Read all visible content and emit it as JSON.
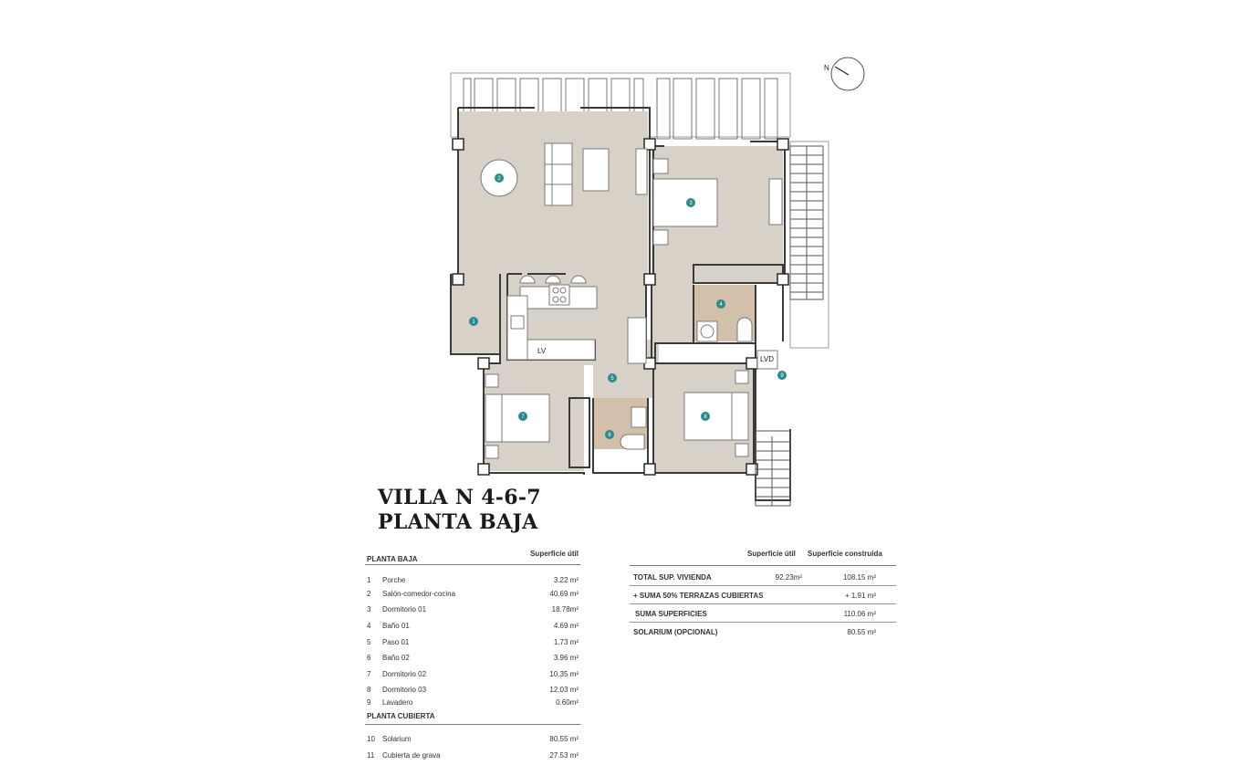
{
  "title": {
    "line1": "VILLA N 4-6-7",
    "line2": "PLANTA BAJA"
  },
  "compass": {
    "label": "N"
  },
  "colors": {
    "floor": "#d8d1c8",
    "bath_floor": "#d2c0aa",
    "marker": "#2a8a8c",
    "wall": "#3a3a3a"
  },
  "plan_labels": {
    "lv": "LV",
    "lvd": "LVD",
    "markers": [
      "1",
      "2",
      "3",
      "4",
      "5",
      "6",
      "7",
      "8",
      "9"
    ]
  },
  "rooms_table": {
    "section1_title": "PLANTA BAJA",
    "column_header": "Superficie útil",
    "rows": [
      {
        "n": "1",
        "name": "Porche",
        "area": "3.22 m²"
      },
      {
        "n": "2",
        "name": "Salón-comedor-cocina",
        "area": "40.69 m²"
      },
      {
        "n": "3",
        "name": "Dormitorio 01",
        "area": "18.78m²"
      },
      {
        "n": "4",
        "name": "Baño 01",
        "area": "4.69 m²"
      },
      {
        "n": "5",
        "name": "Paso 01",
        "area": "1.73 m²"
      },
      {
        "n": "6",
        "name": "Baño 02",
        "area": "3.96 m²"
      },
      {
        "n": "7",
        "name": "Dormitorio 02",
        "area": "10.35 m²"
      },
      {
        "n": "8",
        "name": "Dormitorio 03",
        "area": "12.03 m²"
      },
      {
        "n": "9",
        "name": "Lavadero",
        "area": "0.60m²"
      }
    ],
    "section2_title": "PLANTA CUBIERTA",
    "rows2": [
      {
        "n": "10",
        "name": "Solarium",
        "area": "80.55 m²"
      },
      {
        "n": "11",
        "name": "Cubierta de grava",
        "area": "27.53 m²"
      }
    ]
  },
  "totals_table": {
    "col_util": "Superficie útil",
    "col_construida": "Superficie construida",
    "rows": [
      {
        "label": "TOTAL SUP. VIVIENDA",
        "util": "92.23m²",
        "construida": "108.15 m²"
      },
      {
        "label": "+ SUMA 50% TERRAZAS CUBIERTAS",
        "util": "",
        "construida": "+ 1.91 m²"
      },
      {
        "label": "SUMA SUPERFICIES",
        "util": "",
        "construida": "110.06 m²"
      },
      {
        "label": "SOLARIUM (OPCIONAL)",
        "util": "",
        "construida": "80.55 m²"
      }
    ]
  }
}
